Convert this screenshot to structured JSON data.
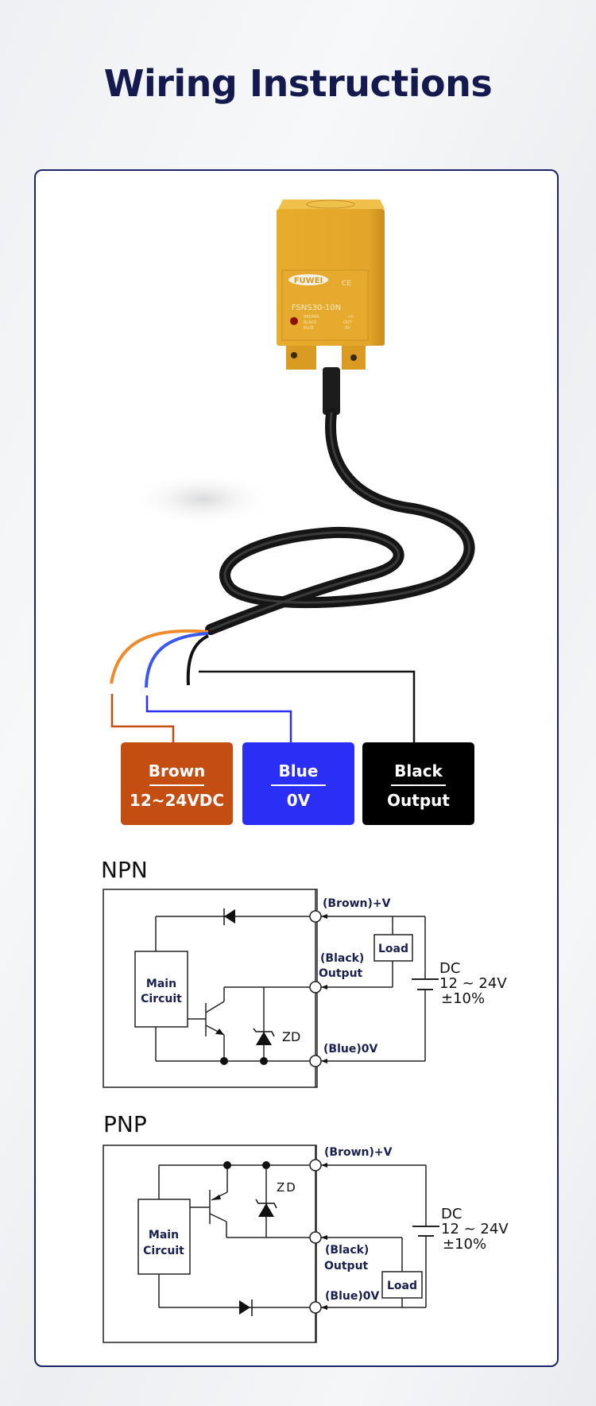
{
  "header": {
    "title": "Wiring Instructions"
  },
  "product": {
    "brand": "FUWEI",
    "model": "FSNS30-10N",
    "cert_mark": "CE",
    "label_wires": [
      "BROWN",
      "BLACK",
      "BLUE"
    ],
    "label_functions": [
      "+V",
      "OUT",
      "0V"
    ],
    "colors": {
      "housing": "#e3a72a",
      "cable": "#111111"
    }
  },
  "wires": [
    {
      "name": "Brown",
      "function": "12~24VDC",
      "color": "#c44d12"
    },
    {
      "name": "Blue",
      "function": "0V",
      "color": "#2b2ff5"
    },
    {
      "name": "Black",
      "function": "Output",
      "color": "#000000"
    }
  ],
  "circuits": {
    "npn": {
      "title": "NPN",
      "main_circuit": [
        "Main",
        "Circuit"
      ],
      "zener_label": "ZD",
      "terminals": {
        "brown": "(Brown)+V",
        "black_1": "(Black)",
        "black_2": "Output",
        "blue": "(Blue)0V"
      },
      "load": "Load",
      "supply": [
        "DC",
        "12 ~ 24V",
        "±10%"
      ]
    },
    "pnp": {
      "title": "PNP",
      "main_circuit": [
        "Main",
        "Circuit"
      ],
      "zener_label": "ZD",
      "terminals": {
        "brown": "(Brown)+V",
        "black_1": "(Black)",
        "black_2": "Output",
        "blue": "(Blue)0V"
      },
      "load": "Load",
      "supply": [
        "DC",
        "12 ~ 24V",
        "±10%"
      ]
    }
  },
  "colors": {
    "title": "#141a4e",
    "card_border": "#1b2466",
    "label_text": "#1a1f4f"
  }
}
